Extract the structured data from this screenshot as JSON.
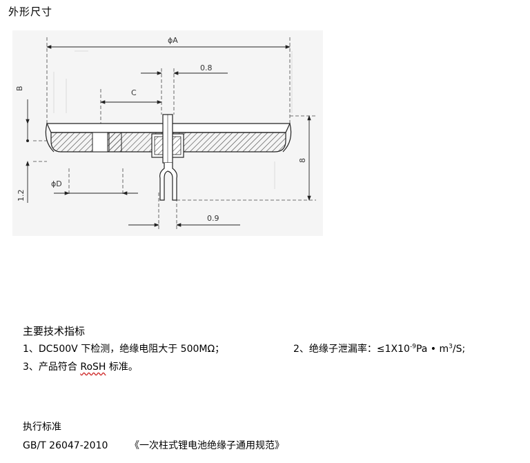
{
  "section_title": "外形尺寸",
  "drawing": {
    "dim_phiA": "ϕA",
    "dim_08_top": "0.8",
    "dim_C": "C",
    "dim_B": "B",
    "dim_8": "8",
    "dim_phiD": "ϕD",
    "dim_12": "1.2",
    "dim_09": "0.9"
  },
  "specs": {
    "heading": "主要技术指标",
    "item1": "1、DC500V 下检测，绝缘电阻大于 500MΩ；",
    "item2_prefix": "2、绝缘子泄漏率：≤1X10",
    "item2_exp": "-9",
    "item2_mid": "Pa • m",
    "item2_exp2": "3",
    "item2_suffix": "/S;",
    "item3_prefix": "3、产品符合 ",
    "item3_rohs": "RoSH",
    "item3_suffix": " 标准。"
  },
  "standard": {
    "heading": "执行标准",
    "code": "GB/T 26047-2010",
    "name": "《一次柱式锂电池绝缘子通用规范》"
  }
}
